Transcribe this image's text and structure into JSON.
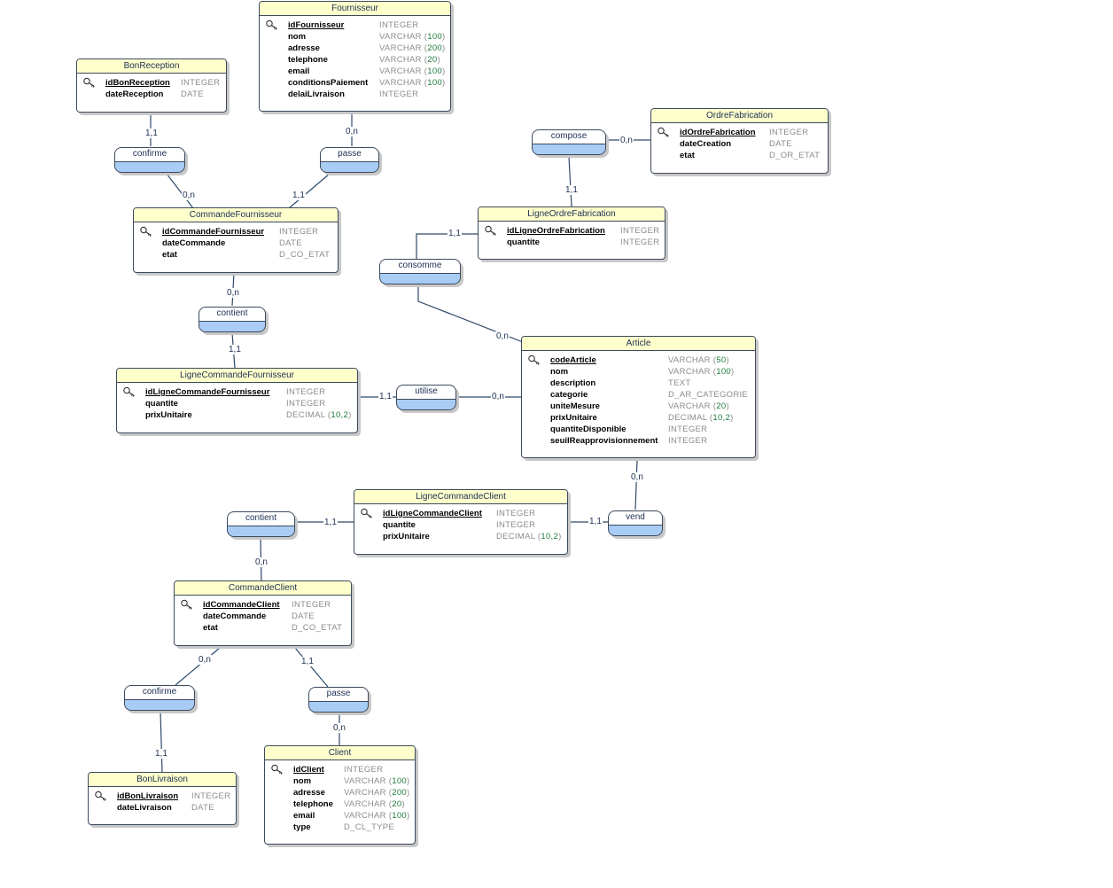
{
  "entities": {
    "fournisseur": {
      "title": "Fournisseur",
      "attrs": [
        {
          "name": "idFournisseur",
          "type": "INTEGER"
        },
        {
          "name": "nom",
          "type": "VARCHAR",
          "n": "100"
        },
        {
          "name": "adresse",
          "type": "VARCHAR",
          "n": "200"
        },
        {
          "name": "telephone",
          "type": "VARCHAR",
          "n": "20"
        },
        {
          "name": "email",
          "type": "VARCHAR",
          "n": "100"
        },
        {
          "name": "conditionsPaiement",
          "type": "VARCHAR",
          "n": "100"
        },
        {
          "name": "delaiLivraison",
          "type": "INTEGER"
        }
      ]
    },
    "bonReception": {
      "title": "BonReception",
      "attrs": [
        {
          "name": "idBonReception",
          "type": "INTEGER"
        },
        {
          "name": "dateReception",
          "type": "DATE"
        }
      ]
    },
    "ordreFabrication": {
      "title": "OrdreFabrication",
      "attrs": [
        {
          "name": "idOrdreFabrication",
          "type": "INTEGER"
        },
        {
          "name": "dateCreation",
          "type": "DATE"
        },
        {
          "name": "etat",
          "type": "D_OR_ETAT"
        }
      ]
    },
    "commandeFournisseur": {
      "title": "CommandeFournisseur",
      "attrs": [
        {
          "name": "idCommandeFournisseur",
          "type": "INTEGER"
        },
        {
          "name": "dateCommande",
          "type": "DATE"
        },
        {
          "name": "etat",
          "type": "D_CO_ETAT"
        }
      ]
    },
    "ligneOrdreFabrication": {
      "title": "LigneOrdreFabrication",
      "attrs": [
        {
          "name": "idLigneOrdreFabrication",
          "type": "INTEGER"
        },
        {
          "name": "quantite",
          "type": "INTEGER"
        }
      ]
    },
    "article": {
      "title": "Article",
      "attrs": [
        {
          "name": "codeArticle",
          "type": "VARCHAR",
          "n": "50"
        },
        {
          "name": "nom",
          "type": "VARCHAR",
          "n": "100"
        },
        {
          "name": "description",
          "type": "TEXT"
        },
        {
          "name": "categorie",
          "type": "D_AR_CATEGORIE"
        },
        {
          "name": "uniteMesure",
          "type": "VARCHAR",
          "n": "20"
        },
        {
          "name": "prixUnitaire",
          "type": "DECIMAL",
          "n": "10,2"
        },
        {
          "name": "quantiteDisponible",
          "type": "INTEGER"
        },
        {
          "name": "seuilReapprovisionnement",
          "type": "INTEGER"
        }
      ]
    },
    "ligneCommandeFournisseur": {
      "title": "LigneCommandeFournisseur",
      "attrs": [
        {
          "name": "idLigneCommandeFournisseur",
          "type": "INTEGER"
        },
        {
          "name": "quantite",
          "type": "INTEGER"
        },
        {
          "name": "prixUnitaire",
          "type": "DECIMAL",
          "n": "10,2"
        }
      ]
    },
    "ligneCommandeClient": {
      "title": "LigneCommandeClient",
      "attrs": [
        {
          "name": "idLigneCommandeClient",
          "type": "INTEGER"
        },
        {
          "name": "quantite",
          "type": "INTEGER"
        },
        {
          "name": "prixUnitaire",
          "type": "DECIMAL",
          "n": "10,2"
        }
      ]
    },
    "commandeClient": {
      "title": "CommandeClient",
      "attrs": [
        {
          "name": "idCommandeClient",
          "type": "INTEGER"
        },
        {
          "name": "dateCommande",
          "type": "DATE"
        },
        {
          "name": "etat",
          "type": "D_CO_ETAT"
        }
      ]
    },
    "bonLivraison": {
      "title": "BonLivraison",
      "attrs": [
        {
          "name": "idBonLivraison",
          "type": "INTEGER"
        },
        {
          "name": "dateLivraison",
          "type": "DATE"
        }
      ]
    },
    "client": {
      "title": "Client",
      "attrs": [
        {
          "name": "idClient",
          "type": "INTEGER"
        },
        {
          "name": "nom",
          "type": "VARCHAR",
          "n": "100"
        },
        {
          "name": "adresse",
          "type": "VARCHAR",
          "n": "200"
        },
        {
          "name": "telephone",
          "type": "VARCHAR",
          "n": "20"
        },
        {
          "name": "email",
          "type": "VARCHAR",
          "n": "100"
        },
        {
          "name": "type",
          "type": "D_CL_TYPE"
        }
      ]
    }
  },
  "associations": {
    "confirmeTop": "confirme",
    "passeTop": "passe",
    "compose": "compose",
    "consomme": "consomme",
    "contientTop": "contient",
    "utilise": "utilise",
    "vend": "vend",
    "contientBottom": "contient",
    "confirmeBottom": "confirme",
    "passeBottom": "passe"
  },
  "cardinalities": {
    "bonReception_confirme": "1,1",
    "confirme_commandeFournisseur": "0,n",
    "fournisseur_passe": "0,n",
    "passe_commandeFournisseur": "1,1",
    "compose_ordreFabrication": "0,n",
    "compose_ligneOrdre": "1,1",
    "consomme_ligneOrdre": "1,1",
    "consomme_article": "0,n",
    "commandeFournisseur_contient": "0,n",
    "contient_ligneCommandeFournisseur": "1,1",
    "ligneCommandeFournisseur_utilise": "1,1",
    "utilise_article": "0,n",
    "article_vend": "0,n",
    "vend_ligneCommandeClient": "1,1",
    "contient_ligneCommandeClient": "1,1",
    "contient_commandeClient": "0,n",
    "commandeClient_confirme": "0,n",
    "confirme_bonLivraison": "1,1",
    "commandeClient_passe": "1,1",
    "passe_client": "0,n"
  }
}
